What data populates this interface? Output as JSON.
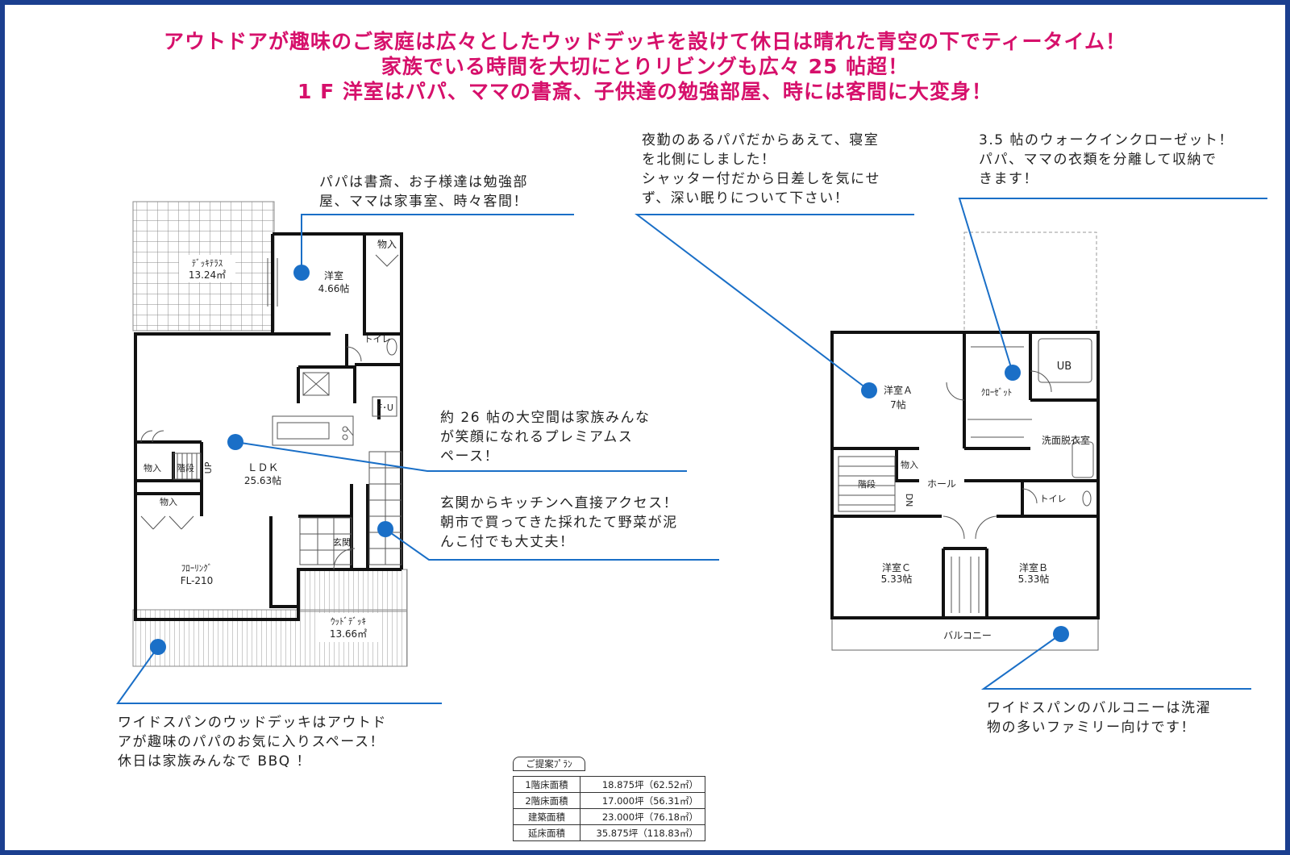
{
  "headline": [
    "アウトドアが趣味のご家庭は広々としたウッドデッキを設けて休日は晴れた青空の下でティータイム！",
    "家族でいる時間を大切にとりリビングも広々 25 帖超！",
    "1 F 洋室はパパ、ママの書斎、子供達の勉強部屋、時には客間に大変身！"
  ],
  "callouts": {
    "study": [
      "パパは書斎、お子様達は勉強部",
      "屋、ママは家事室、時々客間！"
    ],
    "bedroom": [
      "夜勤のあるパパだからあえて、寝室",
      "を北側にしました！",
      "シャッター付だから日差しを気にせ",
      "ず、深い眠りについて下さい！"
    ],
    "closet": [
      "3.5 帖のウォークインクローゼット！",
      "パパ、ママの衣類を分離して収納で",
      "きます！"
    ],
    "ldk": [
      "約 26 帖の大空間は家族みんな",
      "が笑顔になれるプレミアムス",
      "ペース！"
    ],
    "entrance": [
      "玄関からキッチンへ直接アクセス！",
      "朝市で買ってきた採れたて野菜が泥",
      "んこ付でも大丈夫！"
    ],
    "deck": [
      "ワイドスパンのウッドデッキはアウトド",
      "アが趣味のパパのお気に入りスペース！",
      "休日は家族みんなで BBQ ！"
    ],
    "balcony": [
      "ワイドスパンのバルコニーは洗濯",
      "物の多いファミリー向けです！"
    ]
  },
  "rooms_1f": {
    "terrace": "ﾃﾞｯｷﾃﾗｽ",
    "terrace_area": "13.24㎡",
    "youshitsu": "洋室",
    "youshitsu_size": "4.66帖",
    "monoire_top": "物入",
    "toilet": "トイレ",
    "fu": "F･U",
    "monoire_left": "物入",
    "stairs": "階段",
    "up": "UP",
    "ldk": "ＬＤＫ",
    "ldk_size": "25.63帖",
    "monoire_mid": "物入",
    "entrance": "玄関",
    "flooring": "ﾌﾛｰﾘﾝｸﾞ",
    "flooring_code": "FL-210",
    "wood_deck": "ｳｯﾄﾞﾃﾞｯｷ",
    "wood_deck_area": "13.66㎡"
  },
  "rooms_2f": {
    "ub": "UB",
    "room_a": "洋室Ａ",
    "room_a_size": "7帖",
    "closet": "ｸﾛｰｾﾞｯﾄ",
    "washroom": "洗面脱衣室",
    "monoire": "物入",
    "stairs": "階段",
    "hall": "ホール",
    "dn": "DN",
    "toilet": "トイレ",
    "room_c": "洋室Ｃ",
    "room_c_size": "5.33帖",
    "room_b": "洋室Ｂ",
    "room_b_size": "5.33帖",
    "balcony": "バルコニー"
  },
  "area_table": {
    "tag": "ご提案ﾌﾟﾗﾝ",
    "rows": [
      {
        "label": "1階床面積",
        "value": "18.875坪（62.52㎡）"
      },
      {
        "label": "2階床面積",
        "value": "17.000坪（56.31㎡）"
      },
      {
        "label": "建築面積",
        "value": "23.000坪（76.18㎡）"
      },
      {
        "label": "延床面積",
        "value": "35.875坪（118.83㎡）"
      }
    ]
  },
  "colors": {
    "frame": "#1b3f8f",
    "headline": "#d6106b",
    "pointer": "#1a6fc7",
    "wall": "#111111"
  }
}
